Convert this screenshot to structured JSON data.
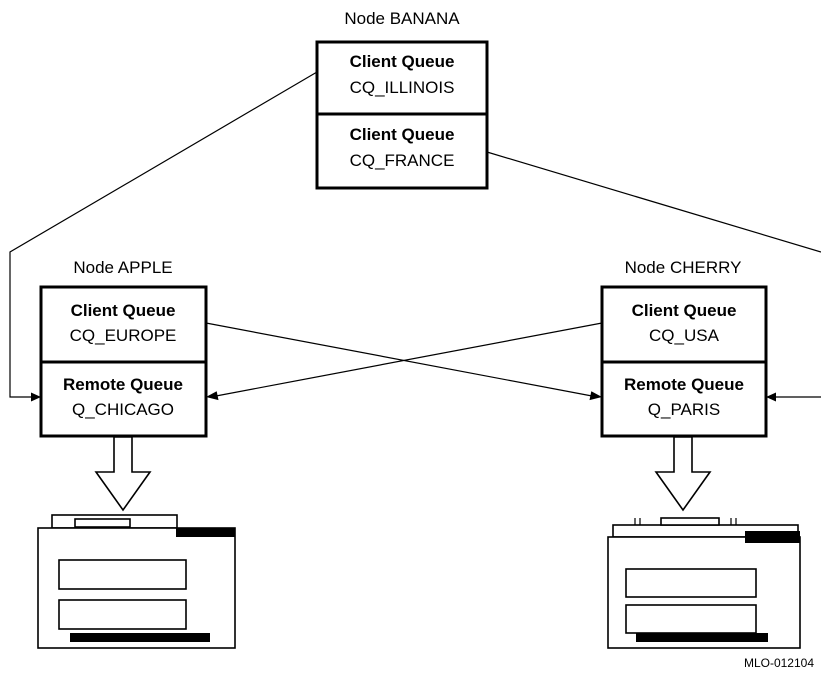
{
  "nodes": {
    "banana": {
      "label": "Node BANANA",
      "queues": [
        {
          "type": "Client Queue",
          "name": "CQ_ILLINOIS"
        },
        {
          "type": "Client Queue",
          "name": "CQ_FRANCE"
        }
      ]
    },
    "apple": {
      "label": "Node APPLE",
      "queues": [
        {
          "type": "Client Queue",
          "name": "CQ_EUROPE"
        },
        {
          "type": "Remote Queue",
          "name": "Q_CHICAGO"
        }
      ]
    },
    "cherry": {
      "label": "Node CHERRY",
      "queues": [
        {
          "type": "Client Queue",
          "name": "CQ_USA"
        },
        {
          "type": "Remote Queue",
          "name": "Q_PARIS"
        }
      ]
    }
  },
  "connections": [
    {
      "from": "CQ_ILLINOIS",
      "to": "Q_CHICAGO"
    },
    {
      "from": "CQ_FRANCE",
      "to": "Q_PARIS"
    },
    {
      "from": "CQ_EUROPE",
      "to": "Q_PARIS"
    },
    {
      "from": "CQ_USA",
      "to": "Q_CHICAGO"
    }
  ],
  "icons": [
    "print-arrow-icon",
    "printer-icon"
  ],
  "figure_id": "MLO-012104"
}
